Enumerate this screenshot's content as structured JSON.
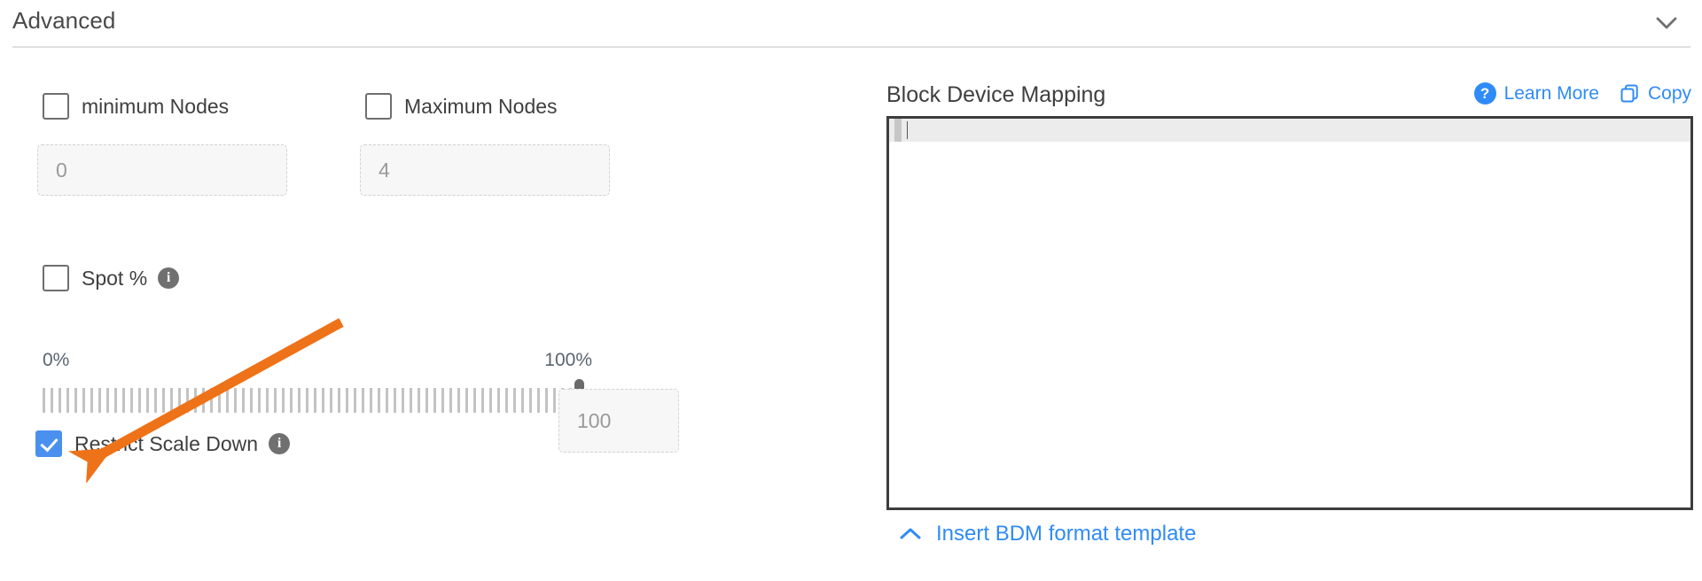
{
  "section": {
    "title": "Advanced",
    "collapse_icon": "chevron-down-icon"
  },
  "left_panel": {
    "min_nodes": {
      "label": "minimum Nodes",
      "checked": false,
      "input_value": "0"
    },
    "max_nodes": {
      "label": "Maximum Nodes",
      "checked": false,
      "input_value": "4"
    },
    "spot": {
      "label": "Spot %",
      "checked": false,
      "info_icon": "info-icon",
      "info_glyph": "i"
    },
    "slider": {
      "min_label": "0%",
      "max_label": "100%",
      "value": 100,
      "value_input": "100"
    },
    "restrict_scale_down": {
      "label": "Restrict Scale Down",
      "checked": true,
      "info_icon": "info-icon",
      "info_glyph": "i"
    }
  },
  "right_panel": {
    "title": "Block Device Mapping",
    "learn_more": {
      "label": "Learn More",
      "icon": "question-mark-circle-icon",
      "icon_glyph": "?"
    },
    "copy": {
      "label": "Copy",
      "icon": "copy-icon"
    },
    "editor": {
      "content": "",
      "active_line": 1
    },
    "footer_link": {
      "label": "Insert BDM format template",
      "icon": "chevron-up-icon"
    }
  },
  "annotation": {
    "type": "arrow",
    "color": "#ee7218",
    "points_to": "restrict-scale-down-checkbox"
  },
  "colors": {
    "accent_blue": "#2f8bf7",
    "checkbox_blue": "#4a90ee",
    "annotation_orange": "#ee7218",
    "text_dark": "#3f3f3f",
    "border_gray": "#d2d2d2"
  }
}
